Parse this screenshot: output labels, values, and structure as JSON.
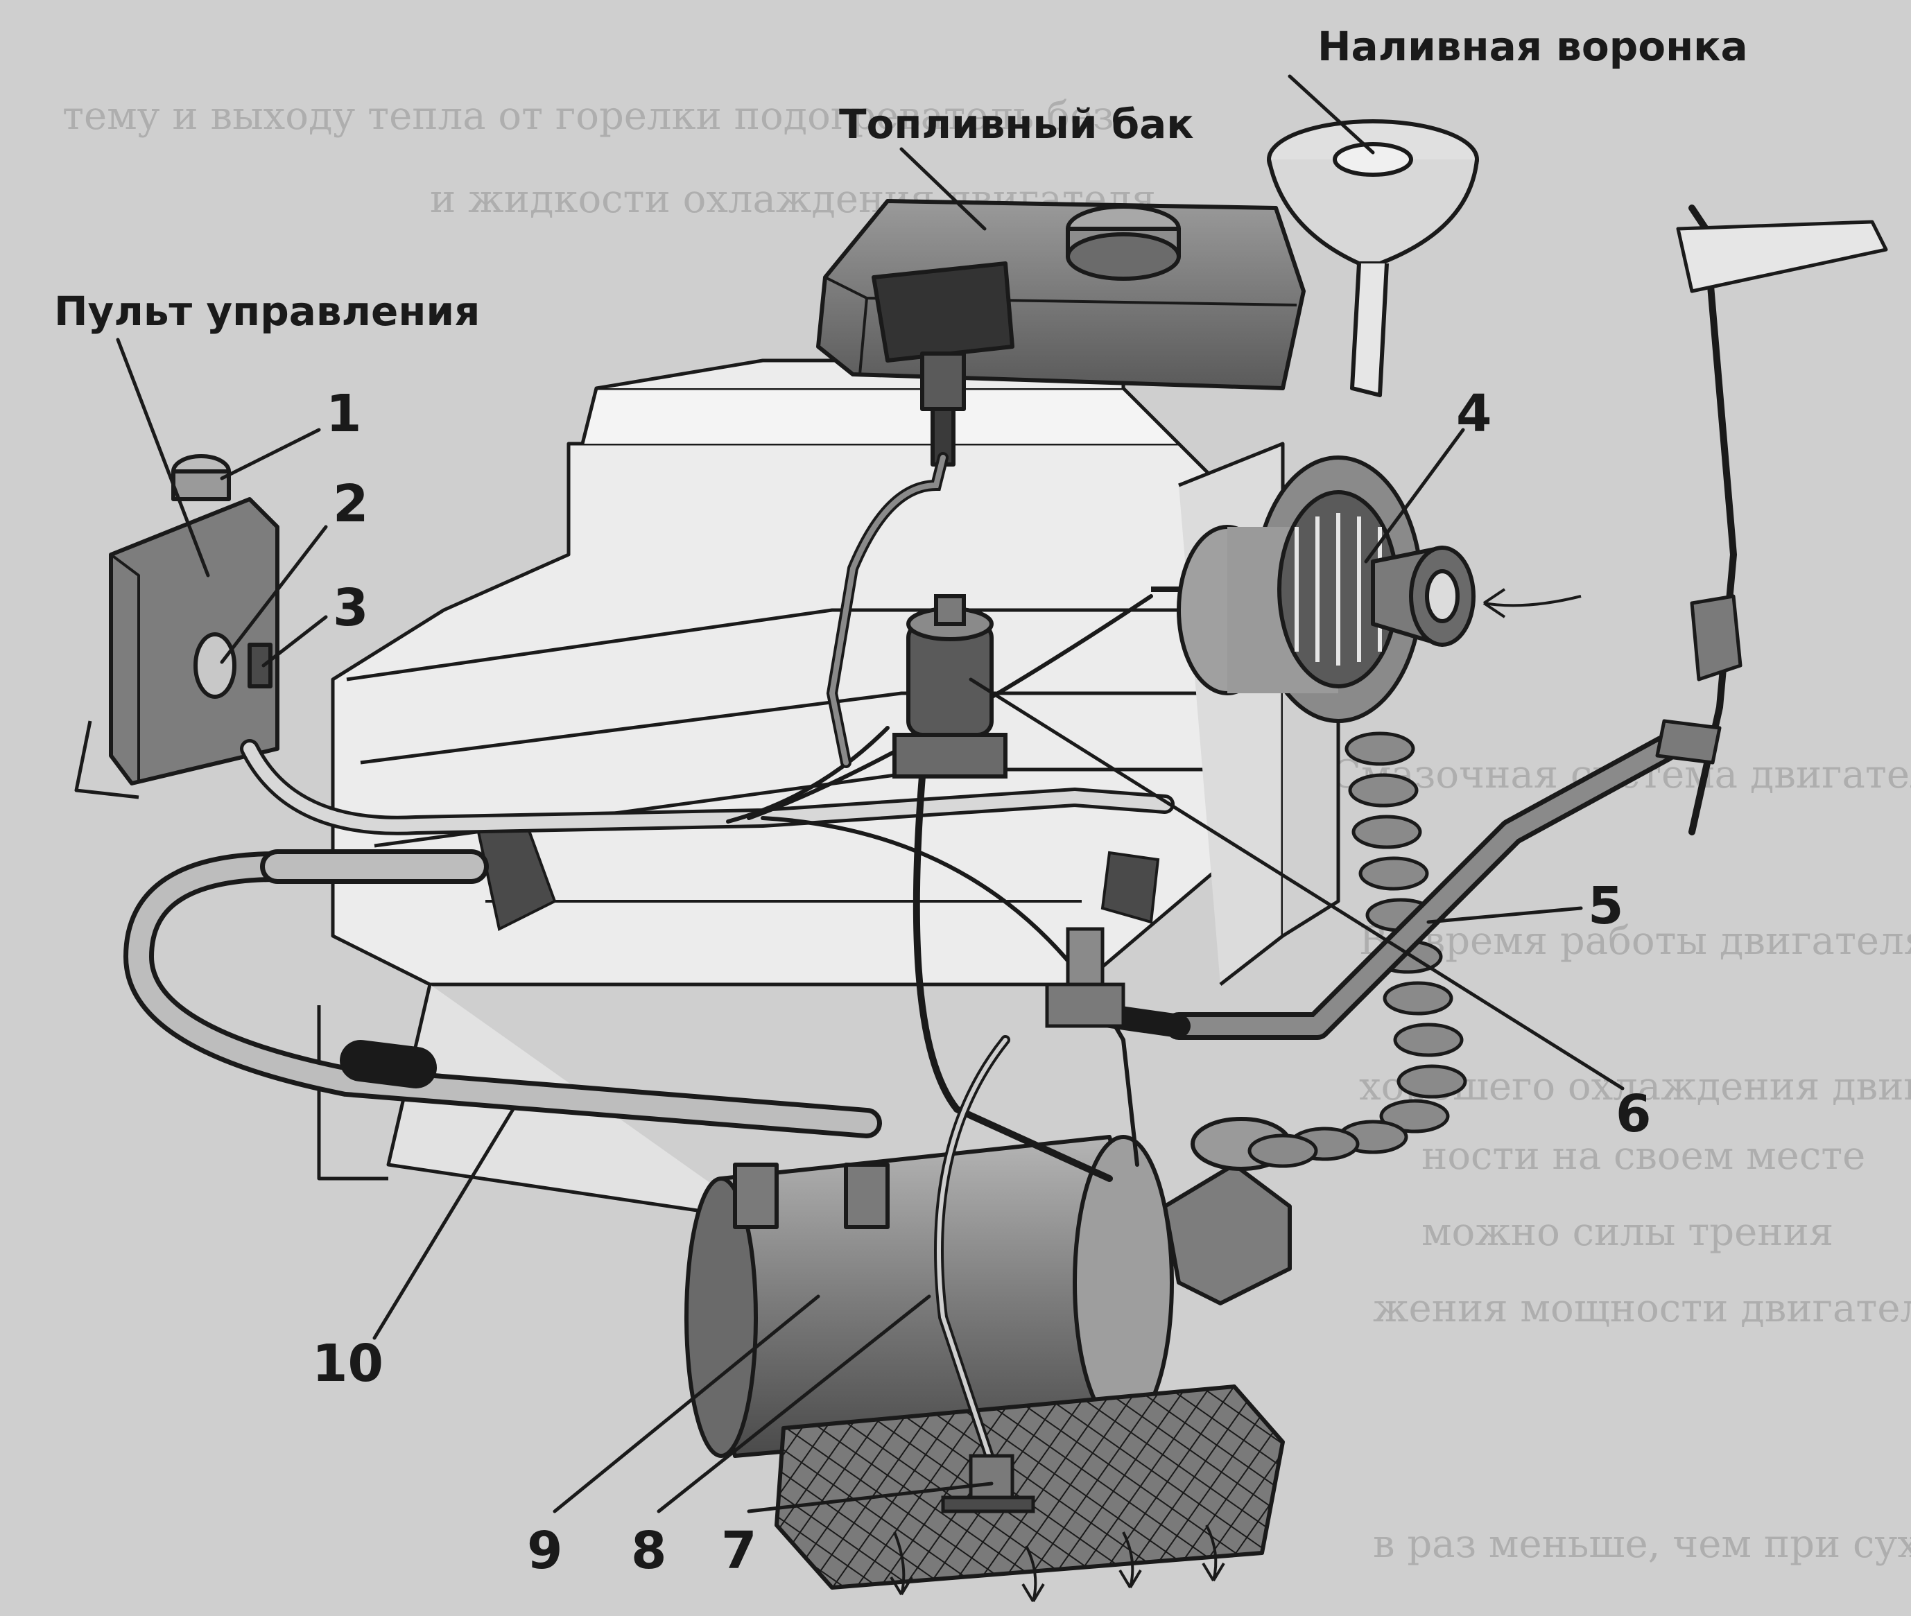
{
  "labels": {
    "control_panel": "Пульт управления",
    "fuel_tank": "Топливный бак",
    "filler_funnel": "Наливная воронка"
  },
  "numbers": {
    "n1": "1",
    "n2": "2",
    "n3": "3",
    "n4": "4",
    "n5": "5",
    "n6": "6",
    "n7": "7",
    "n8": "8",
    "n9": "9",
    "n10": "10"
  },
  "background_text": [
    "тему и выходу тепла от горелки подогреватель без",
    "и жидкости охлаждения двигателя",
    "Смазочная система двигателя",
    "Во время работы двигателя, трущиеся детали",
    "хорошего охлаждения двигателя",
    "ности на своем месте",
    "можно силы трения",
    "жения мощности двигателя",
    "в раз меньше, чем при сухом"
  ],
  "colors": {
    "background": "#cfcfcf",
    "ink": "#1a1a1a",
    "metal": "#8f8f8f",
    "light_metal": "#e6e6e6"
  }
}
